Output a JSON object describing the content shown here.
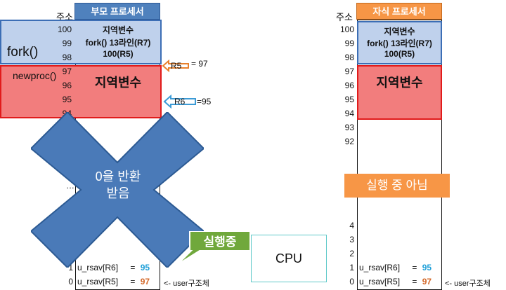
{
  "parent": {
    "header_addr": "주소",
    "header_title": "부모 프로세서",
    "block_lines": [
      "지역변수",
      "fork() 13라인(R7)",
      "100(R5)"
    ],
    "left_fork": "fork()",
    "left_newproc": "newproc()",
    "red_label": "지역변수",
    "rows": [
      "100",
      "99",
      "98",
      "97",
      "96",
      "95",
      "94"
    ],
    "r5_label": "R5",
    "r5_value": "= 97",
    "r6_label": "R6",
    "r6_value": "=95",
    "dots": "…",
    "bottom_rows": [
      "1",
      "0"
    ],
    "rsav6_label": "u_rsav[R6]",
    "rsav6_eq": "=",
    "rsav6_value": "95",
    "rsav5_label": "u_rsav[R5]",
    "rsav5_eq": "=",
    "rsav5_value": "97",
    "user_struct": "<- user구조체"
  },
  "x_overlay": {
    "line1": "0을 반환",
    "line2": "받음"
  },
  "running": {
    "label": "실행중",
    "cpu": "CPU"
  },
  "child": {
    "header_addr": "주소",
    "header_title": "자식 프로세서",
    "block_lines": [
      "지역변수",
      "fork() 13라인(R7)",
      "100(R5)"
    ],
    "red_label": "지역변수",
    "rows": [
      "100",
      "99",
      "98",
      "97",
      "96",
      "95",
      "94",
      "93",
      "92"
    ],
    "not_running": "실행 중 아님",
    "bottom_rows": [
      "4",
      "3",
      "2",
      "1",
      "0"
    ],
    "rsav6_label": "u_rsav[R6]",
    "rsav6_eq": "=",
    "rsav6_value": "95",
    "rsav5_label": "u_rsav[R5]",
    "rsav5_eq": "=",
    "rsav5_value": "97",
    "user_struct": "<- user구조체"
  },
  "colors": {
    "parent_header": "#4f81bd",
    "child_header": "#f79646",
    "blue_fill": "#bfd1ec",
    "red_fill": "#f27d7d",
    "x_fill": "#4a7ab8",
    "running_green": "#70a83c",
    "cpu_border": "#5fc9c9"
  }
}
